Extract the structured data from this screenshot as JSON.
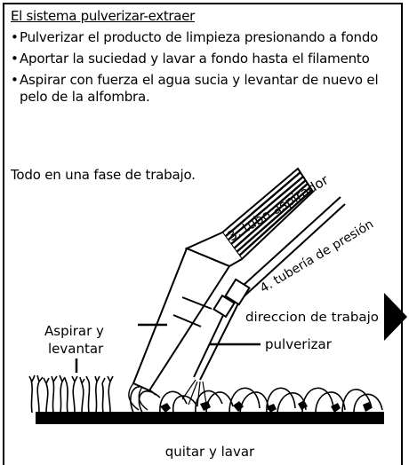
{
  "title": "El sistema pulverizar-extraer",
  "bullets": [
    "Pulverizar el producto de limpieza presionando a fondo",
    "Aportar la suciedad y lavar a fondo hasta el filamento",
    "Aspirar con fuerza el agua sucia y levantar de nuevo el pelo de la alfombra."
  ],
  "summary": "Todo en una fase de trabajo.",
  "labels": {
    "tube": "3. tubo aspirador",
    "pipe": "4. tubería de presión",
    "direction": "direccion de trabajo",
    "aspirar_line1": "Aspirar y",
    "aspirar_line2": "levantar",
    "spray": "pulverizar",
    "bottom": "quitar y lavar"
  },
  "icons": {
    "direction_arrow": "triangle-right-icon"
  }
}
